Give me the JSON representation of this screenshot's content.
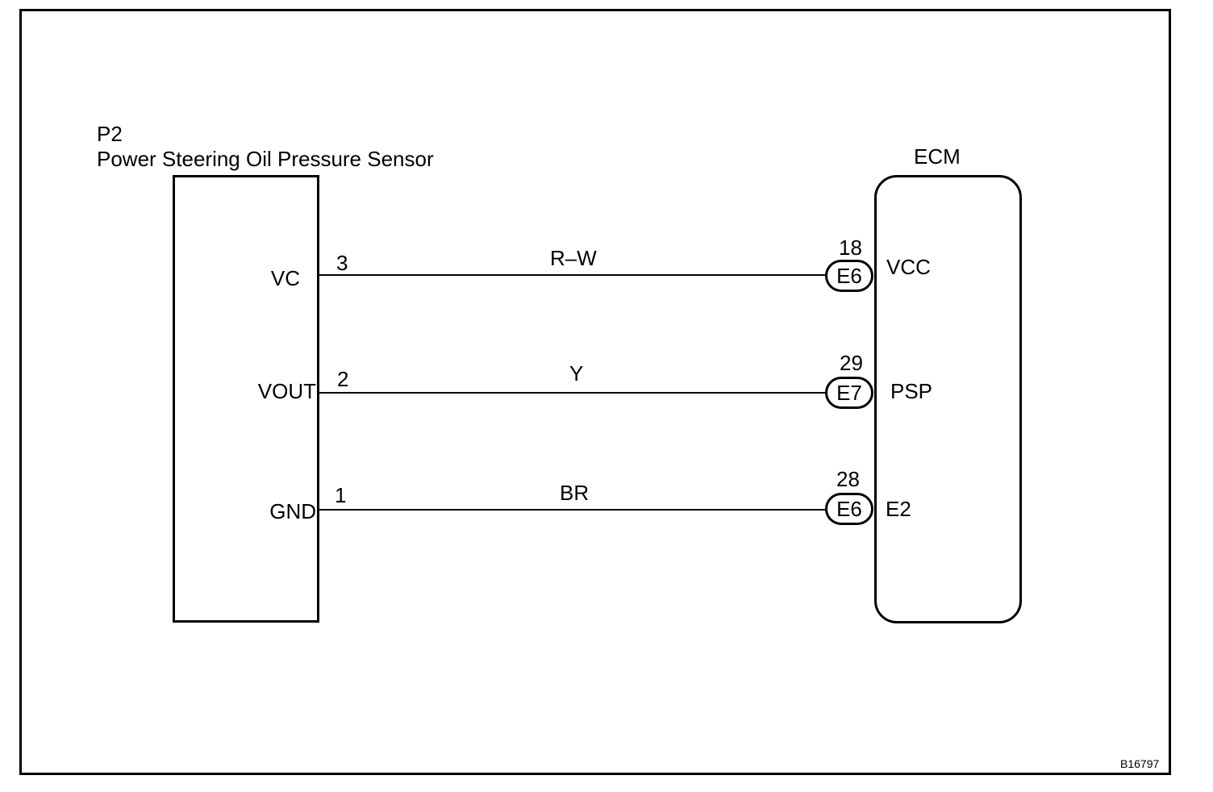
{
  "sensor": {
    "code": "P2",
    "name": "Power Steering Oil Pressure Sensor",
    "pins": [
      {
        "label": "VC",
        "number": "3"
      },
      {
        "label": "VOUT",
        "number": "2"
      },
      {
        "label": "GND",
        "number": "1"
      }
    ]
  },
  "wires": [
    {
      "color_code": "R–W"
    },
    {
      "color_code": "Y"
    },
    {
      "color_code": "BR"
    }
  ],
  "ecm": {
    "title": "ECM",
    "pins": [
      {
        "connector": "E6",
        "number": "18",
        "label": "VCC"
      },
      {
        "connector": "E7",
        "number": "29",
        "label": "PSP"
      },
      {
        "connector": "E6",
        "number": "28",
        "label": "E2"
      }
    ]
  },
  "reference_code": "B16797"
}
